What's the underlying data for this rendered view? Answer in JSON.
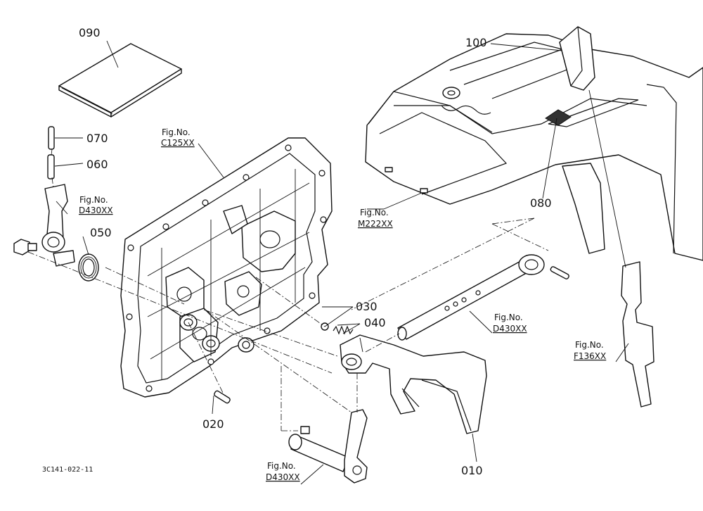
{
  "diagram_id": "3C141-022-11",
  "parts": [
    {
      "number": "010"
    },
    {
      "number": "020"
    },
    {
      "number": "030"
    },
    {
      "number": "040"
    },
    {
      "number": "050"
    },
    {
      "number": "060"
    },
    {
      "number": "070"
    },
    {
      "number": "080"
    },
    {
      "number": "090"
    },
    {
      "number": "100"
    }
  ],
  "fig_refs": [
    {
      "prefix": "Fig.No.",
      "code": "C125XX"
    },
    {
      "prefix": "Fig.No.",
      "code": "D430XX"
    },
    {
      "prefix": "Fig.No.",
      "code": "M222XX"
    },
    {
      "prefix": "Fig.No.",
      "code": "D430XX"
    },
    {
      "prefix": "Fig.No.",
      "code": "F136XX"
    },
    {
      "prefix": "Fig.No.",
      "code": "D430XX"
    }
  ]
}
